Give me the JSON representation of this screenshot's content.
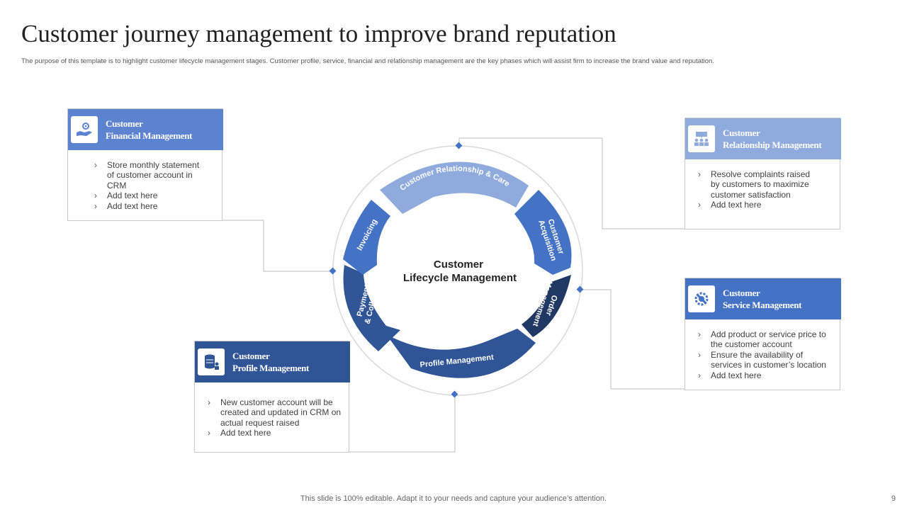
{
  "title": "Customer journey management to improve brand reputation",
  "subtitle": "The purpose of this template is to highlight customer lifecycle management stages. Customer profile, service, financial and relationship management are the key phases which will assist firm to increase the brand value and reputation.",
  "center_label": {
    "line1": "Customer",
    "line2": "Lifecycle Management"
  },
  "cycle_segments": [
    {
      "label": "Customer Relationship  & Care",
      "color": "#8faadc"
    },
    {
      "label_lines": [
        "Customer",
        "Acquisition"
      ],
      "color": "#4472c4"
    },
    {
      "label_lines": [
        "Order",
        "Management"
      ],
      "color": "#203864"
    },
    {
      "label": "Profile Management",
      "color": "#2f5597"
    },
    {
      "label_lines": [
        "Payments",
        "& Collections"
      ],
      "color": "#2f5597"
    },
    {
      "label": "Invoicing",
      "color": "#4472c4"
    }
  ],
  "cards": {
    "financial": {
      "title_line1": "Customer",
      "title_line2": "Financial Management",
      "header_color": "#5b83cf",
      "icon": "hand-gear-icon",
      "items": [
        "Store monthly statement of customer account in CRM",
        "Add text here",
        "Add text here"
      ]
    },
    "relationship": {
      "title_line1": "Customer",
      "title_line2": "Relationship Management",
      "header_color": "#8faadc",
      "icon": "team-icon",
      "items": [
        "Resolve complaints raised by customers to maximize customer satisfaction",
        "Add text here"
      ]
    },
    "service": {
      "title_line1": "Customer",
      "title_line2": "Service Management",
      "header_color": "#4472c4",
      "icon": "wrench-gear-icon",
      "items": [
        "Add product or service price to the customer account",
        "Ensure the availability of services in customer’s location",
        "Add text here"
      ]
    },
    "profile": {
      "title_line1": "Customer",
      "title_line2": "Profile Management",
      "header_color": "#2f5597",
      "icon": "profile-database-icon",
      "items": [
        "New customer account will be created and updated in CRM on actual request raised",
        "Add text here"
      ]
    }
  },
  "footer": "This slide is 100% editable. Adapt it to your needs and capture your audience’s attention.",
  "page_number": "9"
}
